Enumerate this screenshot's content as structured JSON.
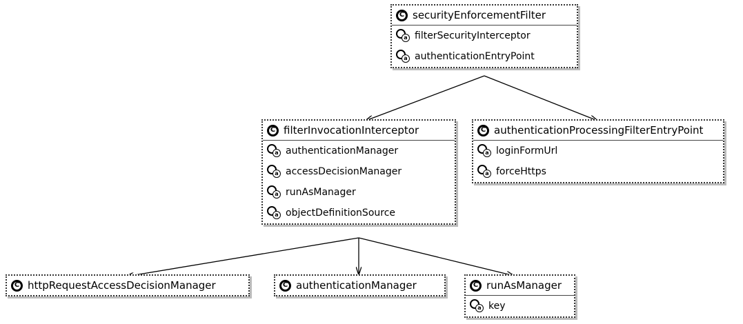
{
  "nodes": {
    "securityEnforcementFilter": {
      "title": "securityEnforcementFilter",
      "props": [
        "filterSecurityInterceptor",
        "authenticationEntryPoint"
      ]
    },
    "filterInvocationInterceptor": {
      "title": "filterInvocationInterceptor",
      "props": [
        "authenticationManager",
        "accessDecisionManager",
        "runAsManager",
        "objectDefinitionSource"
      ]
    },
    "authenticationProcessingFilterEntryPoint": {
      "title": "authenticationProcessingFilterEntryPoint",
      "props": [
        "loginFormUrl",
        "forceHttps"
      ]
    },
    "httpRequestAccessDecisionManager": {
      "title": "httpRequestAccessDecisionManager"
    },
    "authenticationManager": {
      "title": "authenticationManager"
    },
    "runAsManager": {
      "title": "runAsManager",
      "props": [
        "key"
      ]
    }
  },
  "edges": [
    {
      "from": "securityEnforcementFilter",
      "to": "filterInvocationInterceptor"
    },
    {
      "from": "securityEnforcementFilter",
      "to": "authenticationProcessingFilterEntryPoint"
    },
    {
      "from": "filterInvocationInterceptor",
      "to": "httpRequestAccessDecisionManager"
    },
    {
      "from": "filterInvocationInterceptor",
      "to": "authenticationManager"
    },
    {
      "from": "filterInvocationInterceptor",
      "to": "runAsManager"
    }
  ]
}
